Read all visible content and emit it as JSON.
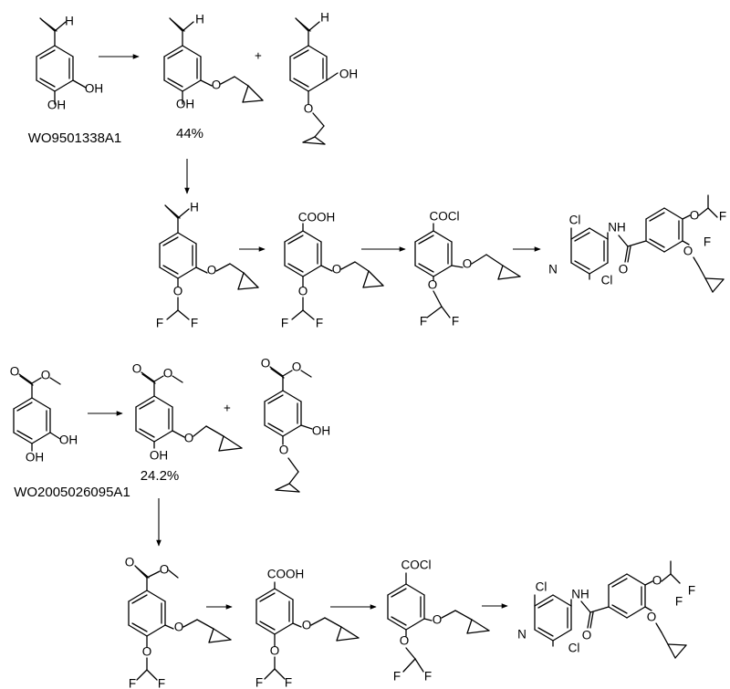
{
  "routes": [
    {
      "source_reference": "WO9501338A1",
      "step1_yield": "44%",
      "start_labels": {
        "aldehyde_h": "H",
        "oh_meta": "OH",
        "oh_para": "OH"
      },
      "product_labels": {
        "aldehyde_h": "H",
        "o_ether": "O",
        "oh": "OH"
      },
      "plus_sign": "+",
      "byproduct_labels": {
        "aldehyde_h": "H",
        "oh": "OH",
        "o_ether": "O"
      },
      "difluoro_aldehyde_labels": {
        "aldehyde_h": "H",
        "o_ether": "O",
        "o_difluoro": "O",
        "f_left": "F",
        "f_right": "F"
      },
      "acid_labels": {
        "acid": "COOH",
        "o_ether": "O",
        "o_difluoro": "O",
        "f_left": "F",
        "f_right": "F"
      },
      "acyl_chloride_labels": {
        "acyl": "COCl",
        "o_ether": "O",
        "o_difluoro": "O",
        "f_left": "F",
        "f_right": "F"
      },
      "final_labels": {
        "cl_top": "Cl",
        "cl_bottom": "Cl",
        "ring_n": "N",
        "amide_nh": "NH",
        "carbonyl_o": "O",
        "o_difluoro": "O",
        "f_top": "F",
        "f_bottom": "F",
        "o_ether": "O"
      }
    },
    {
      "source_reference": "WO2005026095A1",
      "step1_yield": "24.2%",
      "start_labels": {
        "ester_o_double": "O",
        "ester_o_single": "O",
        "oh_meta": "OH",
        "oh_para": "OH"
      },
      "product_labels": {
        "ester_o_double": "O",
        "ester_o_single": "O",
        "o_ether": "O",
        "oh": "OH"
      },
      "plus_sign": "+",
      "byproduct_labels": {
        "ester_o_double": "O",
        "ester_o_single": "O",
        "oh": "OH",
        "o_ether": "O"
      },
      "difluoro_ester_labels": {
        "ester_o_double": "O",
        "ester_o_single": "O",
        "o_ether": "O",
        "o_difluoro": "O",
        "f_left": "F",
        "f_right": "F"
      },
      "acid_labels": {
        "acid": "COOH",
        "o_ether": "O",
        "o_difluoro": "O",
        "f_left": "F",
        "f_right": "F"
      },
      "acyl_chloride_labels": {
        "acyl": "COCl",
        "o_ether": "O",
        "o_difluoro": "O",
        "f_left": "F",
        "f_right": "F"
      },
      "final_labels": {
        "cl_top": "Cl",
        "cl_bottom": "Cl",
        "ring_n": "N",
        "amide_nh": "NH",
        "carbonyl_o": "O",
        "o_difluoro": "O",
        "f_top": "F",
        "f_bottom": "F",
        "o_ether": "O"
      }
    }
  ]
}
